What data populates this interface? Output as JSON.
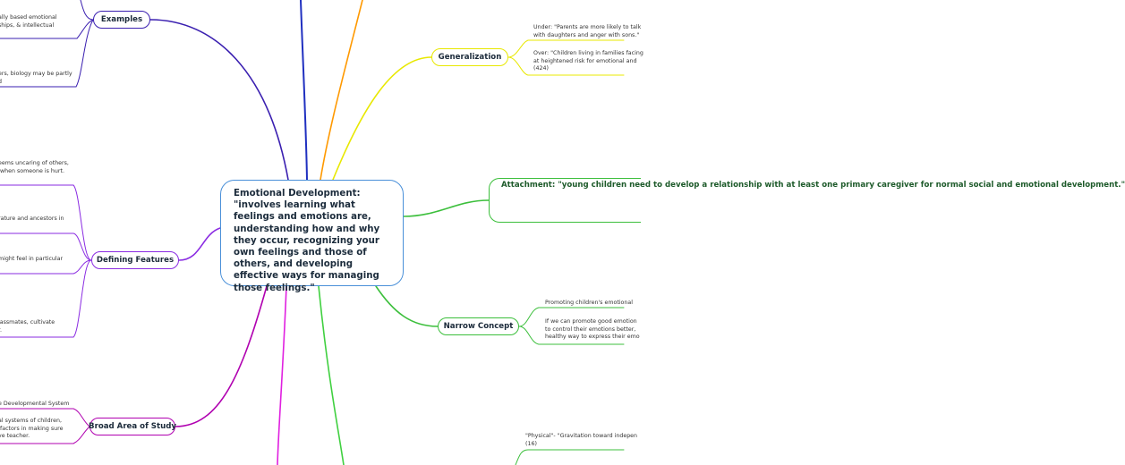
{
  "central": {
    "text": "Emotional Development: \"involves learning what feelings and emotions are, understanding how and why they occur, recognizing your own feelings and those of others, and developing effective ways for managing those feelings.\""
  },
  "branches": {
    "examples": "Examples",
    "defining_features": "Defining Features",
    "broad_area": "Broad Area of Study",
    "generalization": "Generalization",
    "narrow_concept": "Narrow Concept",
    "attachment": "Attachment: \"young children need to develop a relationship with at least one primary caregiver for normal social and emotional development.\""
  },
  "notes": {
    "examples_1": "...ally based emotional\n...ships, & intellectual",
    "examples_2": "...ers, biology may be partly\n...d",
    "defining_1": "...eems uncaring of others,\n... when someone is hurt.",
    "defining_2": "...rature and ancestors in",
    "defining_3": "...might feel in particular",
    "defining_4": "...lassmates, cultivate\n...r.",
    "broad_1": "...e Developmental System",
    "broad_2": "...al systems of children,\n... factors in making sure\n...ve teacher.",
    "general_1": "Under: \"Parents are more likely to talk\nwith daughters and anger with sons.\"",
    "general_2": "Over: \"Children living in families facing\nat heightened risk for emotional and\n(424)",
    "narrow_1": "Promoting children's emotional",
    "narrow_2": "If we can promote good emotion\nto control their emotions better,\nhealthy way to express their emo",
    "bottom_1": "\"Physical\"- \"Gravitation toward indepen\n(16)"
  },
  "colors": {
    "central_border": "#4a90d9",
    "examples": "#3a1fb0",
    "defining": "#8a2be2",
    "broad": "#b000b0",
    "generalization": "#e8e800",
    "attachment": "#3cbf3c",
    "narrow": "#3cbf3c",
    "top_blue": "#2030c0",
    "top_orange": "#ff9900",
    "bottom_magenta": "#e020e0",
    "bottom_green": "#40d040"
  }
}
